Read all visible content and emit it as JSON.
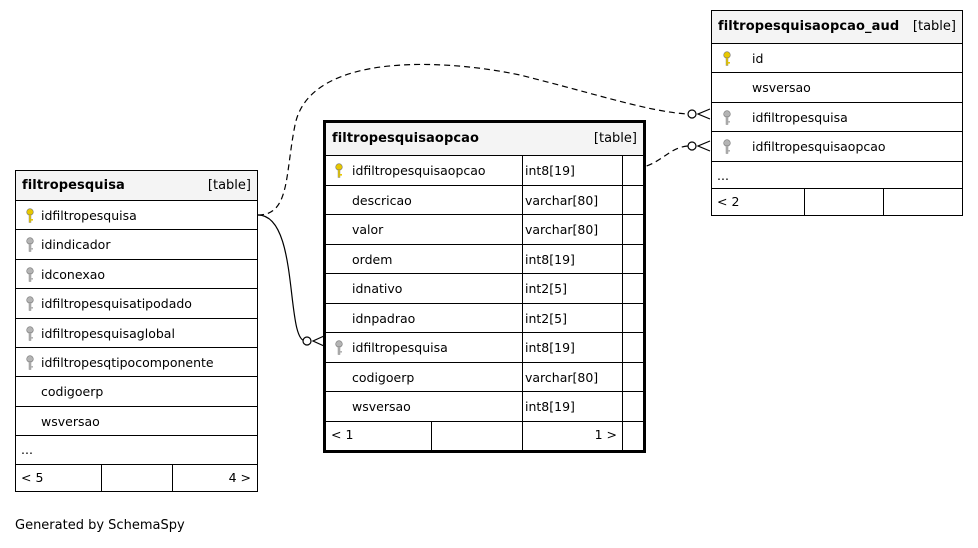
{
  "tables": {
    "filtropesquisa": {
      "name": "filtropesquisa",
      "type": "[table]",
      "columns": [
        {
          "name": "idfiltropesquisa",
          "icon": "primary-key-icon"
        },
        {
          "name": "idindicador",
          "icon": "foreign-key-icon"
        },
        {
          "name": "idconexao",
          "icon": "foreign-key-icon"
        },
        {
          "name": "idfiltropesquisatipodado",
          "icon": "foreign-key-icon"
        },
        {
          "name": "idfiltropesquisaglobal",
          "icon": "foreign-key-icon"
        },
        {
          "name": "idfiltropesqtipocomponente",
          "icon": "foreign-key-icon"
        },
        {
          "name": "codigoerp",
          "icon": ""
        },
        {
          "name": "wsversao",
          "icon": ""
        }
      ],
      "ellipsis": "...",
      "parents": "< 5",
      "children": "4 >"
    },
    "filtropesquisaopcao": {
      "name": "filtropesquisaopcao",
      "type": "[table]",
      "columns": [
        {
          "name": "idfiltropesquisaopcao",
          "type": "int8[19]",
          "icon": "primary-key-icon"
        },
        {
          "name": "descricao",
          "type": "varchar[80]",
          "icon": ""
        },
        {
          "name": "valor",
          "type": "varchar[80]",
          "icon": ""
        },
        {
          "name": "ordem",
          "type": "int8[19]",
          "icon": ""
        },
        {
          "name": "idnativo",
          "type": "int2[5]",
          "icon": ""
        },
        {
          "name": "idnpadrao",
          "type": "int2[5]",
          "icon": ""
        },
        {
          "name": "idfiltropesquisa",
          "type": "int8[19]",
          "icon": "foreign-key-icon"
        },
        {
          "name": "codigoerp",
          "type": "varchar[80]",
          "icon": ""
        },
        {
          "name": "wsversao",
          "type": "int8[19]",
          "icon": ""
        }
      ],
      "parents": "< 1",
      "children": "1 >"
    },
    "filtropesquisaopcao_aud": {
      "name": "filtropesquisaopcao_aud",
      "type": "[table]",
      "columns": [
        {
          "name": "id",
          "icon": "primary-key-icon"
        },
        {
          "name": "wsversao",
          "icon": ""
        },
        {
          "name": "idfiltropesquisa",
          "icon": "foreign-key-icon"
        },
        {
          "name": "idfiltropesquisaopcao",
          "icon": "foreign-key-icon"
        }
      ],
      "ellipsis": "...",
      "parents": "< 2"
    }
  },
  "colors": {
    "primary_key": "#e8c800",
    "foreign_key": "#b4b4b4",
    "header_bg": "#f4f4f4",
    "line": "#000000"
  },
  "caption": "Generated by SchemaSpy"
}
